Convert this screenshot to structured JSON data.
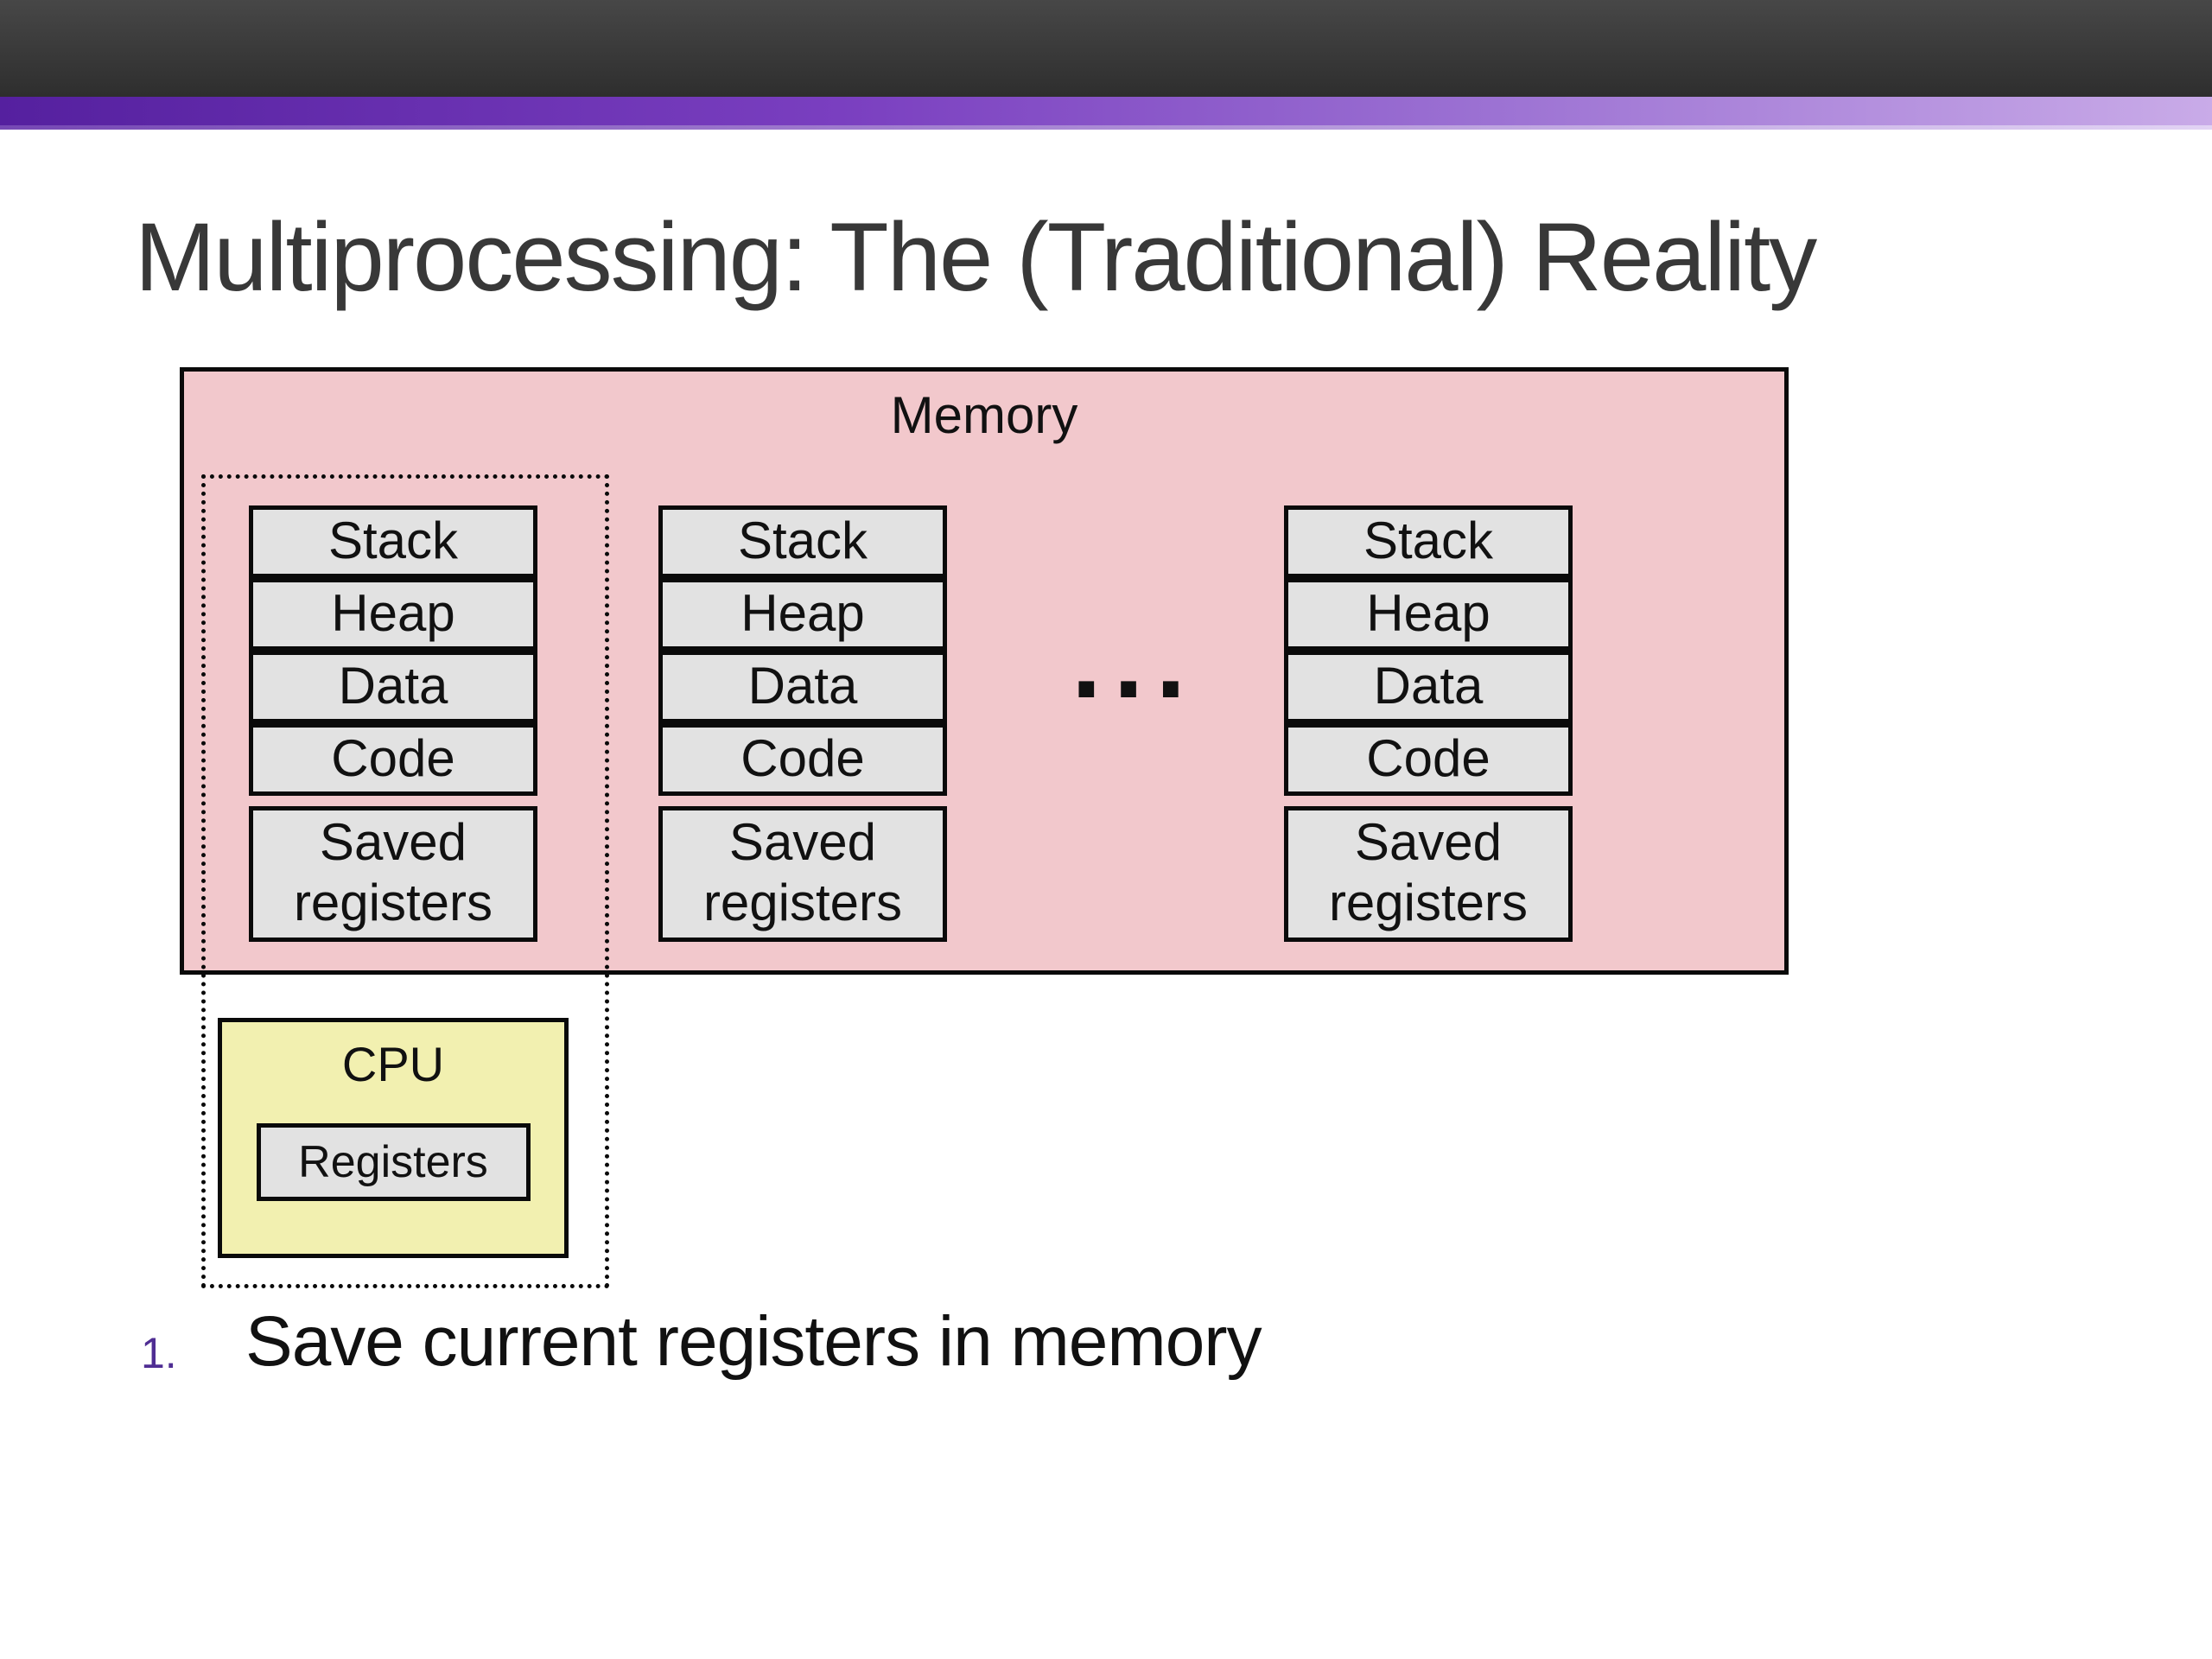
{
  "colors": {
    "bar-top": "#474747",
    "bar-bottom": "#2e2e2e",
    "stripe-left": "#55209f",
    "stripe-mid": "#7a3fc0",
    "stripe-right": "#c9abe8",
    "title-text": "#383838",
    "memory-pink": "#f2c8cc",
    "box-gray": "#e2e2e2",
    "cpu-yellow": "#f2f0b0",
    "outline-black": "#0a0a0a",
    "list-number-purple": "#4f2d93",
    "body-text": "#111111"
  },
  "slide": {
    "title": "Multiprocessing: The (Traditional) Reality",
    "memory": {
      "label": "Memory",
      "ellipsis": "...",
      "processes": [
        {
          "segments": [
            "Stack",
            "Heap",
            "Data",
            "Code"
          ],
          "saved_registers": "Saved registers"
        },
        {
          "segments": [
            "Stack",
            "Heap",
            "Data",
            "Code"
          ],
          "saved_registers": "Saved registers"
        },
        {
          "segments": [
            "Stack",
            "Heap",
            "Data",
            "Code"
          ],
          "saved_registers": "Saved registers"
        }
      ]
    },
    "cpu": {
      "label": "CPU",
      "registers_label": "Registers"
    },
    "steps": [
      {
        "number": "1.",
        "text": "Save current registers in memory"
      }
    ]
  }
}
